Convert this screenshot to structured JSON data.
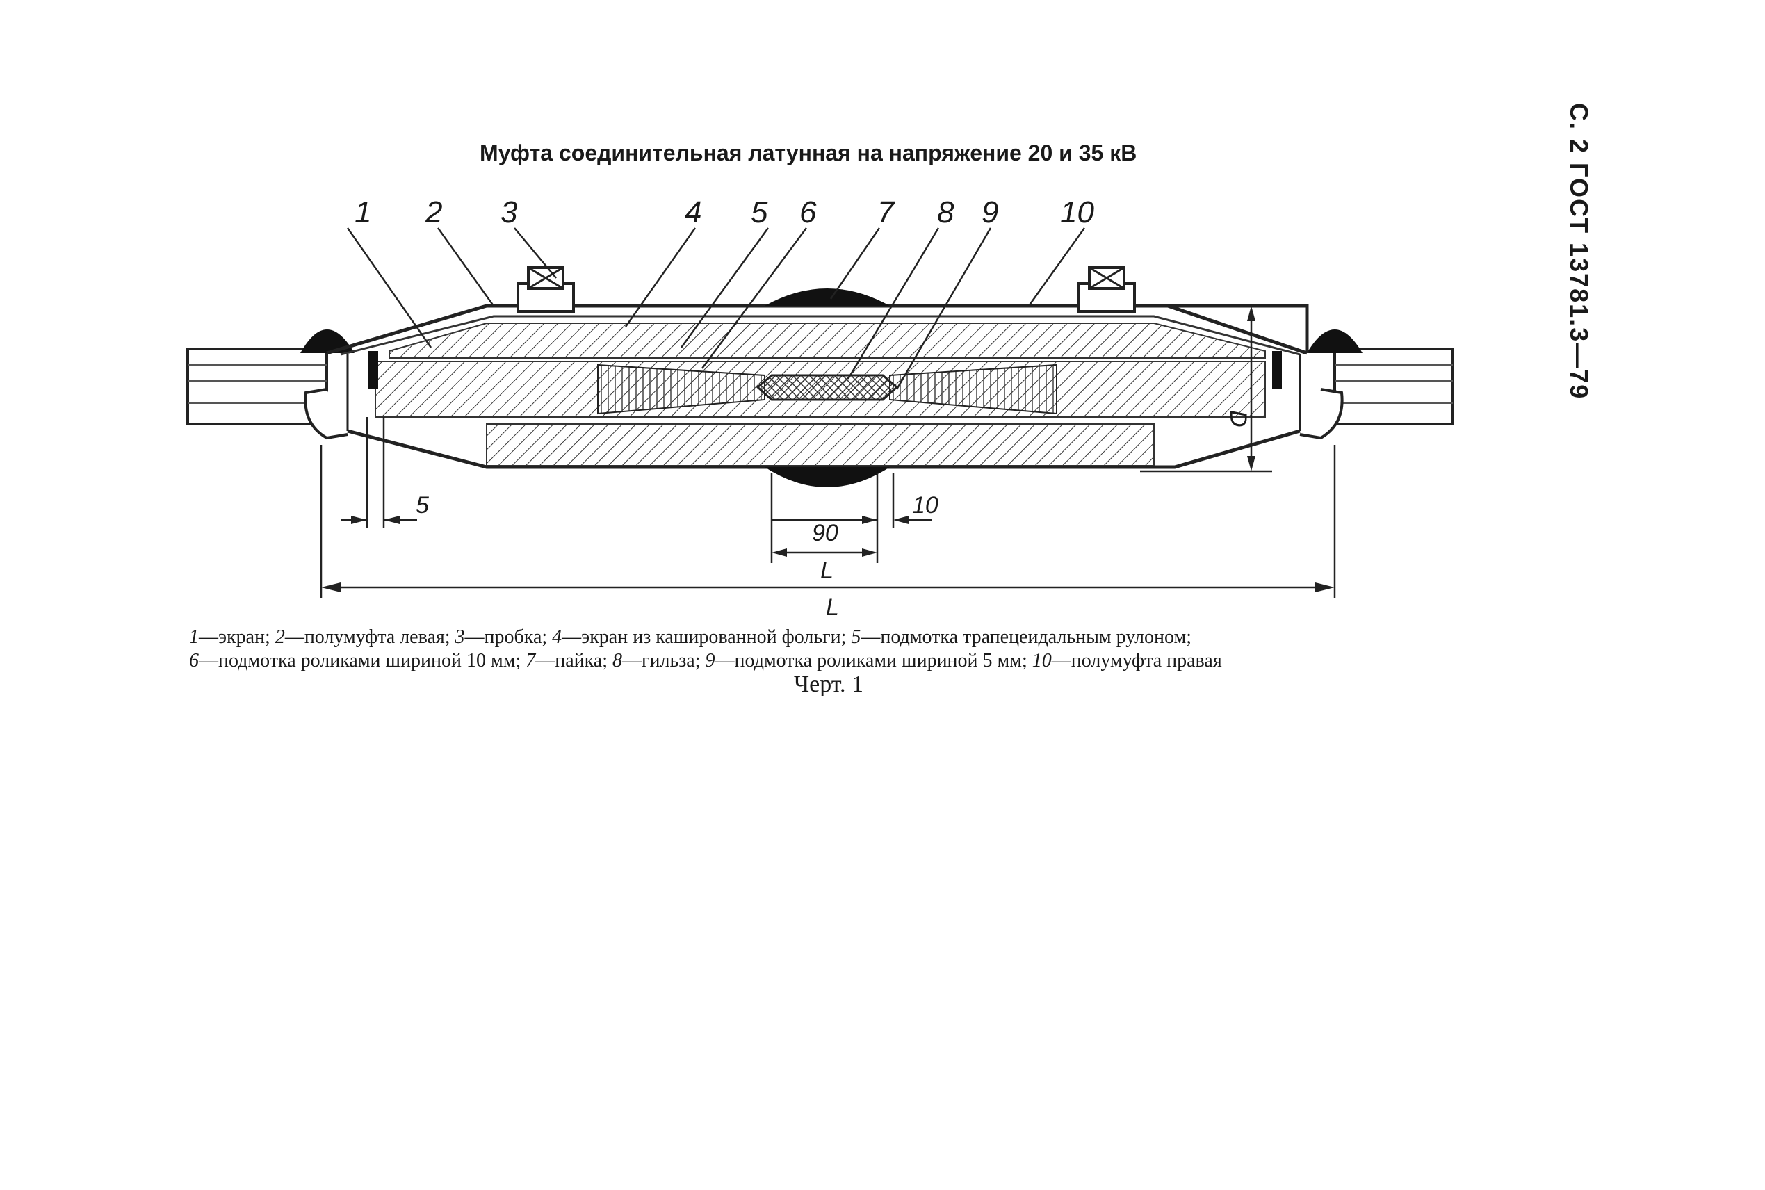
{
  "page_number": "С. 2 ГОСТ 13781.3—79",
  "title": "Муфта соединительная латунная на напряжение 20 и 35 кВ",
  "callouts": [
    "1",
    "2",
    "3",
    "4",
    "5",
    "6",
    "7",
    "8",
    "9",
    "10"
  ],
  "dimensions": {
    "gap_left": "5",
    "gap_right": "10",
    "center_width": "90",
    "center_length": "L",
    "overall_length": "L",
    "diameter": "D"
  },
  "legend": {
    "line1": [
      {
        "num": "1",
        "text": "—экран; "
      },
      {
        "num": "2",
        "text": "—полумуфта левая; "
      },
      {
        "num": "3",
        "text": "—пробка; "
      },
      {
        "num": "4",
        "text": "—экран из кашированной фольги; "
      },
      {
        "num": "5",
        "text": "—подмотка трапецеидальным рулоном;"
      }
    ],
    "line2": [
      {
        "num": "6",
        "text": "—подмотка роликами шириной 10 мм; "
      },
      {
        "num": "7",
        "text": "—пайка; "
      },
      {
        "num": "8",
        "text": "—гильза; "
      },
      {
        "num": "9",
        "text": "—подмотка роликами шириной 5 мм; "
      },
      {
        "num": "10",
        "text": "—полумуфта правая"
      }
    ]
  },
  "figure_label": "Черт. 1"
}
